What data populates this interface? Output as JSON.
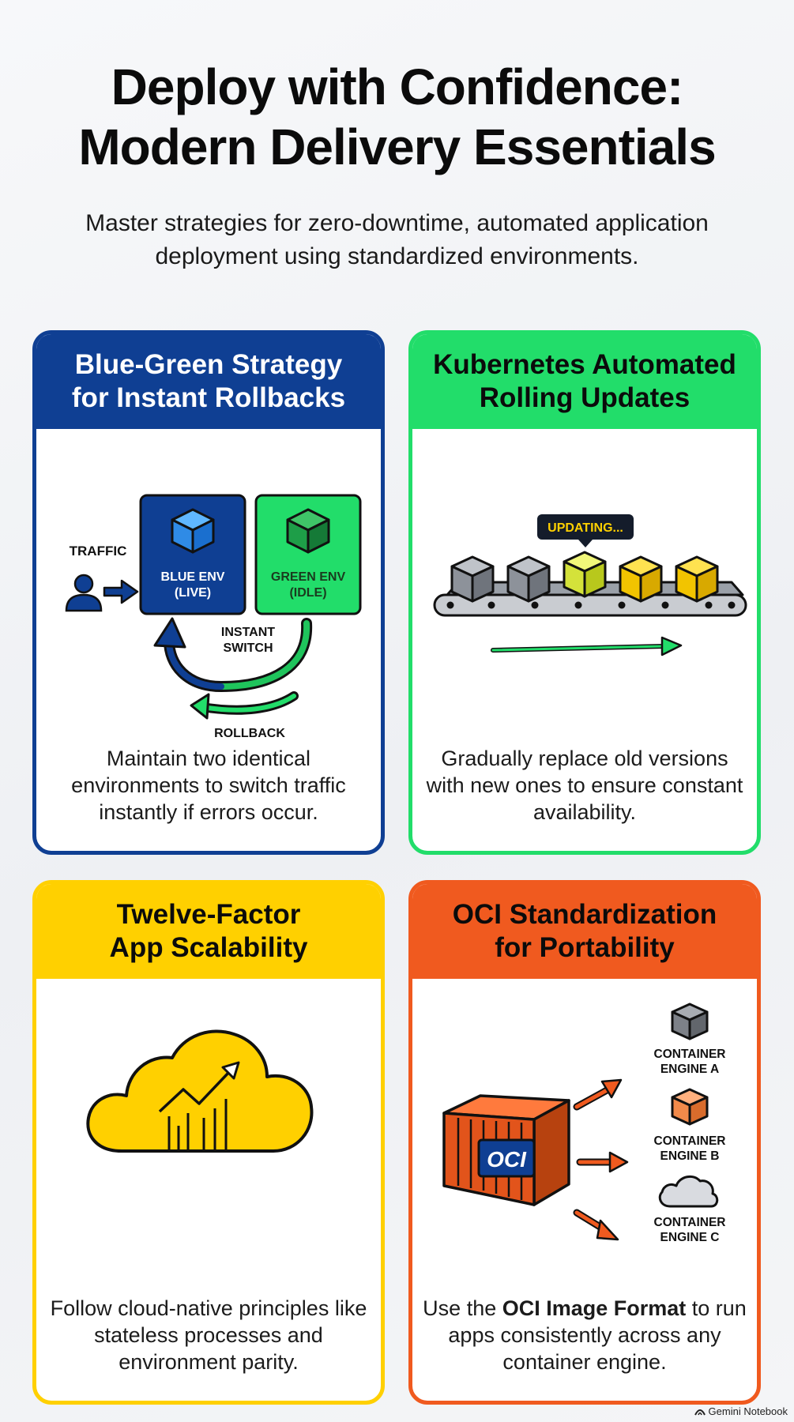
{
  "title": {
    "line1": "Deploy with Confidence:",
    "line2": "Modern Delivery Essentials"
  },
  "subtitle": "Master strategies for zero-downtime, automated application deployment using standardized environments.",
  "colors": {
    "blue": "#0f3f93",
    "green": "#22dd6a",
    "yellow": "#ffd000",
    "orange": "#f05a1f",
    "dark": "#141c2b"
  },
  "cards": [
    {
      "title_line1": "Blue-Green Strategy",
      "title_line2": "for Instant Rollbacks",
      "labels": {
        "traffic": "TRAFFIC",
        "blue_env": "BLUE ENV",
        "blue_state": "(LIVE)",
        "green_env": "GREEN ENV",
        "green_state": "(IDLE)",
        "instant": "INSTANT",
        "switch": "SWITCH",
        "rollback": "ROLLBACK"
      },
      "description": "Maintain two identical environments to switch traffic instantly if errors occur.",
      "icons": [
        "user-icon",
        "arrow-right-icon",
        "cube-icon",
        "curved-arrow-icon"
      ]
    },
    {
      "title_line1": "Kubernetes Automated",
      "title_line2": "Rolling Updates",
      "labels": {
        "updating": "UPDATING..."
      },
      "description": "Gradually replace old versions with new ones to ensure constant availability.",
      "icons": [
        "conveyor-belt-icon",
        "cube-icon",
        "arrow-right-icon"
      ]
    },
    {
      "title_line1": "Twelve-Factor",
      "title_line2": "App Scalability",
      "description": "Follow cloud-native principles like stateless processes and environment parity.",
      "icons": [
        "cloud-growth-icon"
      ]
    },
    {
      "title_line1": "OCI Standardization",
      "title_line2": "for Portability",
      "labels": {
        "oci": "OCI",
        "engine_a_1": "CONTAINER",
        "engine_a_2": "ENGINE A",
        "engine_b_1": "CONTAINER",
        "engine_b_2": "ENGINE B",
        "engine_c_1": "CONTAINER",
        "engine_c_2": "ENGINE C"
      },
      "description_pre": "Use the ",
      "description_bold": "OCI Image Format",
      "description_post": " to run apps consistently across any container engine.",
      "icons": [
        "shipping-container-icon",
        "cube-icon",
        "cloud-icon",
        "arrow-icon"
      ]
    }
  ],
  "watermark": "Gemini Notebook"
}
